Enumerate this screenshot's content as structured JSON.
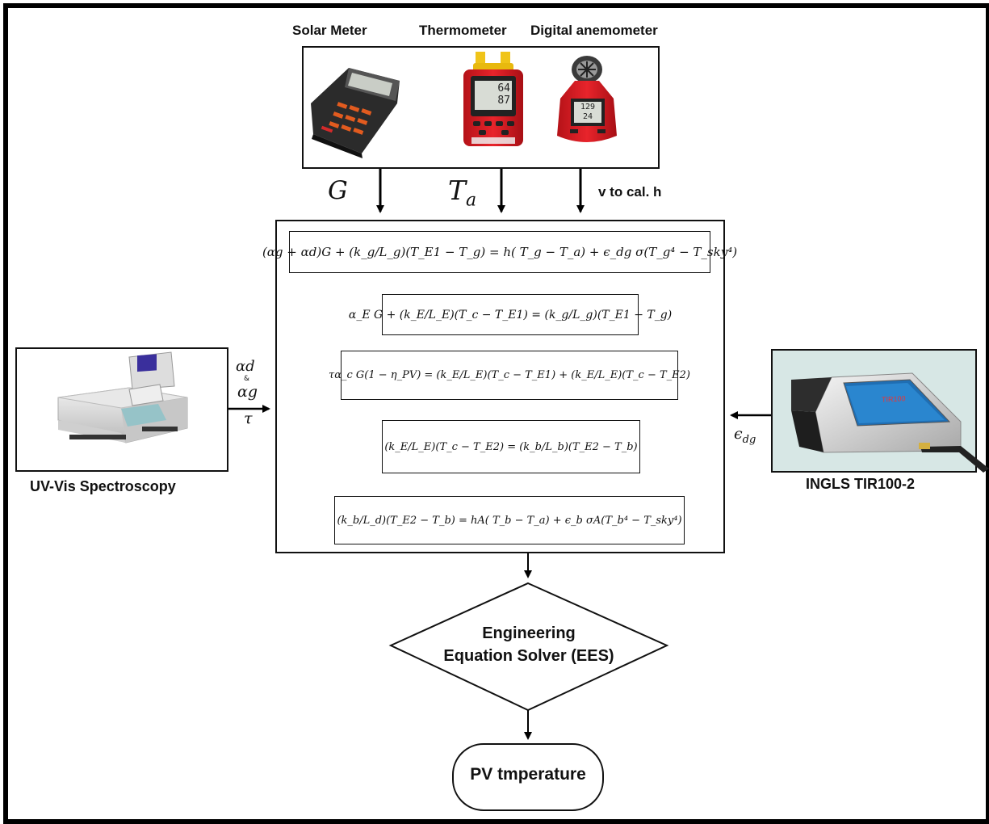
{
  "instruments": {
    "solar_meter_label": "Solar Meter",
    "thermometer_label": "Thermometer",
    "anemometer_label": "Digital anemometer",
    "solar_meter_screen": "",
    "thermometer_screen_top": "64",
    "thermometer_screen_bottom": "87",
    "anemometer_screen_top": "129",
    "anemometer_screen_bottom": "24"
  },
  "signals": {
    "g_symbol": "G",
    "ta_symbol": "T",
    "ta_subscript": "a",
    "v_label": "v to cal. h",
    "alpha_d": "αd",
    "ampersand": "&",
    "alpha_g": "αg",
    "tau": "τ",
    "eps_dg": "ϵ",
    "eps_dg_sub": "dg"
  },
  "equations": {
    "eq1": "(αg + αd)G + (k_g/L_g)(T_E1 − T_g) = h( T_g − T_a) + ϵ_dg σ(T_g⁴ − T_sky⁴)",
    "eq2": "α_E G + (k_E/L_E)(T_c − T_E1) = (k_g/L_g)(T_E1 − T_g)",
    "eq3": "τα_c G(1 − η_PV) = (k_E/L_E)(T_c − T_E1) + (k_E/L_E)(T_c − T_E2)",
    "eq4": "(k_E/L_E)(T_c − T_E2) = (k_b/L_b)(T_E2 − T_b)",
    "eq5": "(k_b/L_d)(T_E2 − T_b) = hA( T_b − T_a) + ϵ_b σA(T_b⁴ − T_sky⁴)"
  },
  "left_device_label": "UV-Vis Spectroscopy",
  "right_device_label": "INGLS TIR100-2",
  "right_device_screen": "TIR100",
  "solver_line1": "Engineering",
  "solver_line2": "Equation Solver (EES)",
  "output_label": "PV tmperature"
}
